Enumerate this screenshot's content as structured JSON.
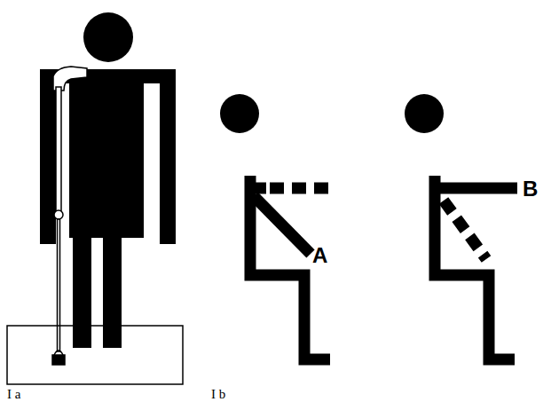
{
  "diagram": {
    "labels": [
      "A",
      "B",
      "I a",
      "I b"
    ]
  }
}
